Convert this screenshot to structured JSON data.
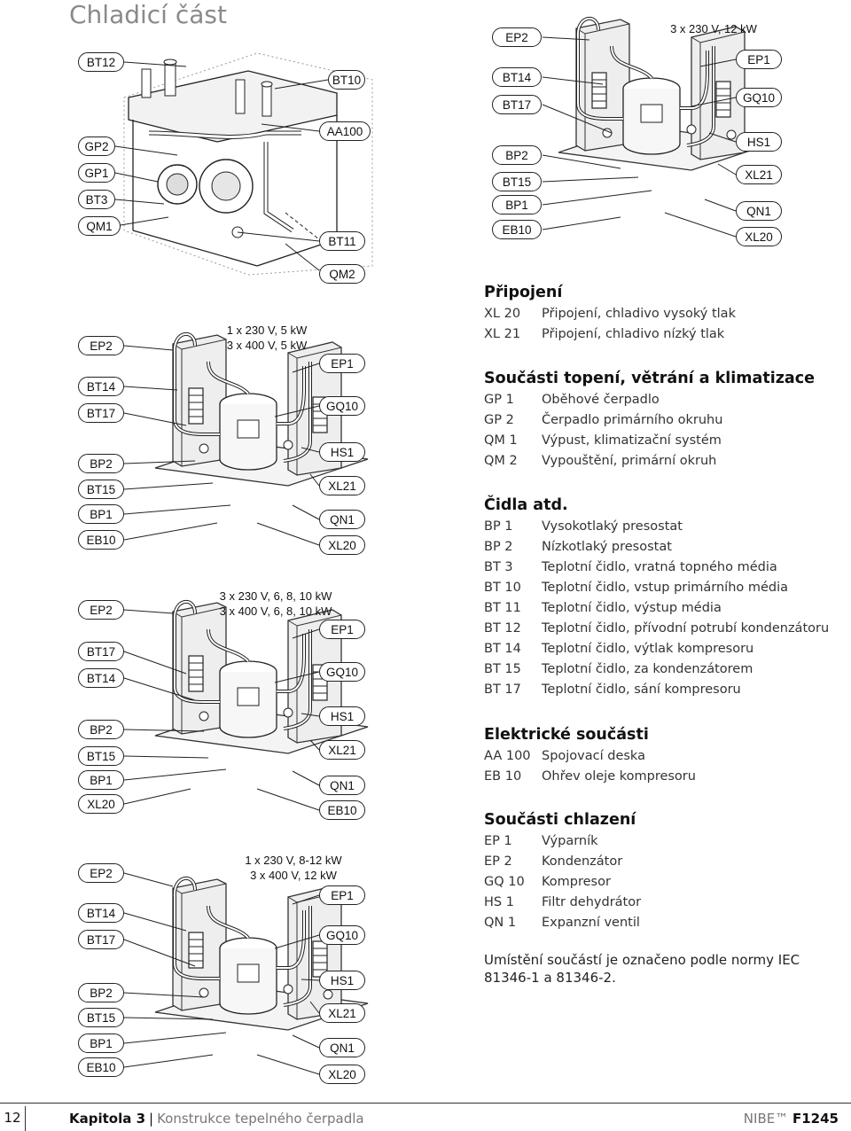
{
  "page_title": "Chladicí část",
  "diagrams": [
    {
      "labels": {
        "bt12": "BT12",
        "gp2": "GP2",
        "gp1": "GP1",
        "bt3": "BT3",
        "qm1": "QM1",
        "bt10": "BT10",
        "aa100": "AA100",
        "bt11": "BT11",
        "qm2": "QM2"
      }
    },
    {
      "spec": [
        "3 x 230 V, 12 kW"
      ],
      "labels": {
        "ep2": "EP2",
        "bt14": "BT14",
        "bt17": "BT17",
        "bp2": "BP2",
        "bt15": "BT15",
        "bp1": "BP1",
        "eb10": "EB10",
        "ep1": "EP1",
        "gq10": "GQ10",
        "hs1": "HS1",
        "xl21": "XL21",
        "qn1": "QN1",
        "xl20": "XL20"
      }
    },
    {
      "spec": [
        "1 x 230 V, 5 kW",
        "3 x 400 V, 5 kW"
      ],
      "labels": {
        "ep2": "EP2",
        "bt14": "BT14",
        "bt17": "BT17",
        "bp2": "BP2",
        "bt15": "BT15",
        "bp1": "BP1",
        "eb10": "EB10",
        "ep1": "EP1",
        "gq10": "GQ10",
        "hs1": "HS1",
        "xl21": "XL21",
        "qn1": "QN1",
        "xl20": "XL20"
      }
    },
    {
      "spec": [
        "3 x 230 V, 6, 8, 10 kW",
        "3 x 400 V, 6, 8, 10 kW"
      ],
      "labels": {
        "ep2": "EP2",
        "bt17": "BT17",
        "bt14": "BT14",
        "bp2": "BP2",
        "bt15": "BT15",
        "bp1": "BP1",
        "xl20": "XL20",
        "ep1": "EP1",
        "gq10": "GQ10",
        "hs1": "HS1",
        "xl21": "XL21",
        "qn1": "QN1",
        "eb10": "EB10"
      }
    },
    {
      "spec": [
        "1 x 230 V, 8-12 kW",
        "3 x 400 V, 12 kW"
      ],
      "labels": {
        "ep2": "EP2",
        "bt14": "BT14",
        "bt17": "BT17",
        "bp2": "BP2",
        "bt15": "BT15",
        "bp1": "BP1",
        "eb10": "EB10",
        "ep1": "EP1",
        "gq10": "GQ10",
        "hs1": "HS1",
        "xl21": "XL21",
        "qn1": "QN1",
        "xl20": "XL20"
      }
    }
  ],
  "legend": [
    {
      "title": "Připojení",
      "items": [
        {
          "code": "XL 20",
          "desc": "Připojení, chladivo vysoký tlak"
        },
        {
          "code": "XL 21",
          "desc": "Připojení, chladivo nízký tlak"
        }
      ]
    },
    {
      "title": "Součásti topení, větrání a klimatizace",
      "items": [
        {
          "code": "GP 1",
          "desc": "Oběhové čerpadlo"
        },
        {
          "code": "GP 2",
          "desc": "Čerpadlo primárního okruhu"
        },
        {
          "code": "QM 1",
          "desc": "Výpust, klimatizační systém"
        },
        {
          "code": "QM 2",
          "desc": "Vypouštění, primární okruh"
        }
      ]
    },
    {
      "title": "Čidla atd.",
      "items": [
        {
          "code": "BP 1",
          "desc": "Vysokotlaký presostat"
        },
        {
          "code": "BP 2",
          "desc": "Nízkotlaký presostat"
        },
        {
          "code": "BT 3",
          "desc": "Teplotní čidlo, vratná topného média"
        },
        {
          "code": "BT 10",
          "desc": "Teplotní čidlo, vstup primárního média"
        },
        {
          "code": "BT 11",
          "desc": "Teplotní čidlo, výstup média"
        },
        {
          "code": "BT 12",
          "desc": "Teplotní čidlo, přívodní potrubí kondenzátoru"
        },
        {
          "code": "BT 14",
          "desc": "Teplotní čidlo, výtlak kompresoru"
        },
        {
          "code": "BT 15",
          "desc": "Teplotní čidlo, za kondenzátorem"
        },
        {
          "code": "BT 17",
          "desc": "Teplotní čidlo, sání kompresoru"
        }
      ]
    },
    {
      "title": "Elektrické součásti",
      "items": [
        {
          "code": "AA 100",
          "desc": "Spojovací deska"
        },
        {
          "code": "EB 10",
          "desc": "Ohřev oleje kompresoru"
        }
      ]
    },
    {
      "title": "Součásti chlazení",
      "items": [
        {
          "code": "EP 1",
          "desc": "Výparník"
        },
        {
          "code": "EP 2",
          "desc": "Kondenzátor"
        },
        {
          "code": "GQ 10",
          "desc": "Kompresor"
        },
        {
          "code": "HS 1",
          "desc": "Filtr dehydrátor"
        },
        {
          "code": "QN 1",
          "desc": "Expanzní ventil"
        }
      ]
    }
  ],
  "note": "Umístění součástí je označeno podle normy IEC 81346-1 a 81346-2.",
  "footer": {
    "page_number": "12",
    "chapter_label": "Kapitola 3",
    "chapter_separator": "|",
    "chapter_title": "Konstrukce tepelného čerpadla",
    "brand": "NIBE™",
    "model": "F1245"
  }
}
